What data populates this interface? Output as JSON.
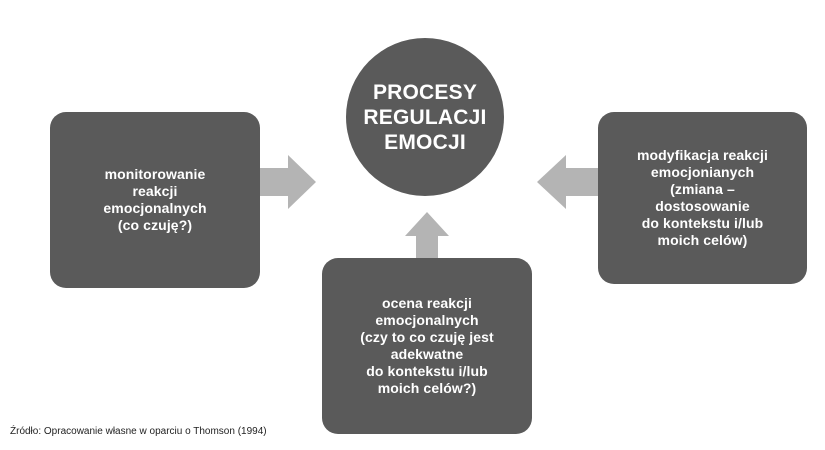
{
  "center": {
    "label": "PROCESY\nREGULACJI\nEMOCJI"
  },
  "boxes": {
    "monitoring": "monitorowanie\nreakcji\nemocjonalnych\n(co czuję?)",
    "evaluation": "ocena reakcji\nemocjonalnych\n(czy to co czuję jest\nadekwatne\ndo kontekstu i/lub\nmoich celów?)",
    "modification": "modyfikacja reakcji\nemocjonianych\n(zmiana –\ndostosowanie\ndo kontekstu i/lub\nmoich celów)"
  },
  "source": "Źródło: Opracowanie własne w oparciu o Thomson (1994)",
  "colors": {
    "box": "#5a5a5a",
    "arrow": "#b4b4b4",
    "text": "#ffffff"
  }
}
